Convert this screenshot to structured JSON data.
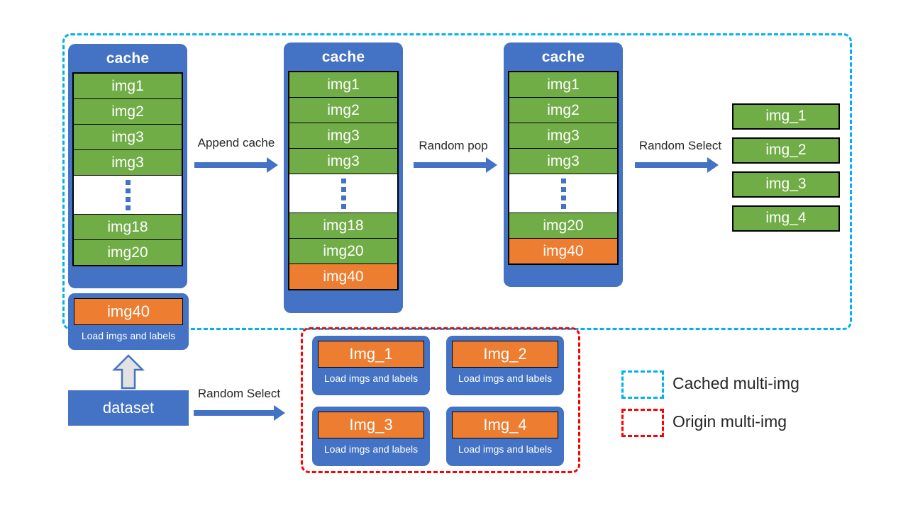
{
  "diagram": {
    "title": "Cached multi-image mosaic data pipeline",
    "colors": {
      "blue": "#4472C4",
      "green": "#70AD47",
      "orange": "#ED7D31",
      "cyan_dash": "#00B0F0",
      "red_dash": "#FF0000",
      "text_dark": "#262626"
    }
  },
  "cache_stages": [
    {
      "id": "cache-stage-1",
      "title": "cache",
      "rows": [
        {
          "label": "img1",
          "kind": "green"
        },
        {
          "label": "img2",
          "kind": "green"
        },
        {
          "label": "img3",
          "kind": "green"
        },
        {
          "label": "img3",
          "kind": "green"
        },
        {
          "label": "",
          "kind": "ellipsis"
        },
        {
          "label": "img18",
          "kind": "green"
        },
        {
          "label": "img20",
          "kind": "green"
        }
      ]
    },
    {
      "id": "cache-stage-2",
      "title": "cache",
      "rows": [
        {
          "label": "img1",
          "kind": "green"
        },
        {
          "label": "img2",
          "kind": "green"
        },
        {
          "label": "img3",
          "kind": "green"
        },
        {
          "label": "img3",
          "kind": "green"
        },
        {
          "label": "",
          "kind": "ellipsis"
        },
        {
          "label": "img18",
          "kind": "green"
        },
        {
          "label": "img20",
          "kind": "green"
        },
        {
          "label": "img40",
          "kind": "orange"
        }
      ]
    },
    {
      "id": "cache-stage-3",
      "title": "cache",
      "rows": [
        {
          "label": "img1",
          "kind": "green"
        },
        {
          "label": "img2",
          "kind": "green"
        },
        {
          "label": "img3",
          "kind": "green"
        },
        {
          "label": "img3",
          "kind": "green"
        },
        {
          "label": "",
          "kind": "ellipsis"
        },
        {
          "label": "img20",
          "kind": "green"
        },
        {
          "label": "img40",
          "kind": "orange"
        }
      ]
    }
  ],
  "selected_outputs": [
    {
      "label": "img_1"
    },
    {
      "label": "img_2"
    },
    {
      "label": "img_3"
    },
    {
      "label": "img_4"
    }
  ],
  "arrows": [
    {
      "id": "arrow-append-cache",
      "label": "Append cache"
    },
    {
      "id": "arrow-random-pop",
      "label": "Random pop"
    },
    {
      "id": "arrow-random-select-top",
      "label": "Random Select"
    },
    {
      "id": "arrow-random-select-bottom",
      "label": "Random Select"
    }
  ],
  "loader_cache": {
    "thumb": "img40",
    "caption": "Load imgs and labels"
  },
  "dataset": {
    "label": "dataset"
  },
  "origin_loaders": [
    {
      "thumb": "Img_1",
      "caption": "Load imgs and labels"
    },
    {
      "thumb": "Img_2",
      "caption": "Load imgs and labels"
    },
    {
      "thumb": "Img_3",
      "caption": "Load imgs and labels"
    },
    {
      "thumb": "Img_4",
      "caption": "Load imgs and labels"
    }
  ],
  "legend": [
    {
      "label": "Cached multi-img",
      "color": "#00B0F0"
    },
    {
      "label": "Origin multi-img",
      "color": "#FF0000"
    }
  ]
}
